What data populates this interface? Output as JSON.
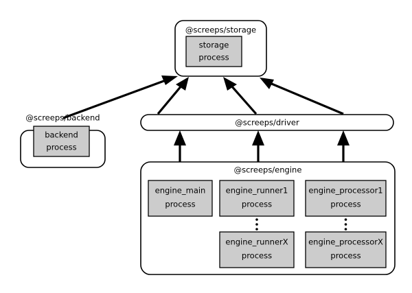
{
  "diagram": {
    "title": "Screeps architecture package/process diagram",
    "type": "architecture-flow",
    "background_color": "#ffffff",
    "package_fill": "#ffffff",
    "process_fill": "#cccccc",
    "stroke_color": "#000000"
  },
  "packages": {
    "storage": {
      "label": "@screeps/storage",
      "processes": [
        {
          "line1": "storage",
          "line2": "process"
        }
      ]
    },
    "backend": {
      "label": "@screeps/backend",
      "processes": [
        {
          "line1": "backend",
          "line2": "process"
        }
      ]
    },
    "driver": {
      "label": "@screeps/driver",
      "processes": []
    },
    "engine": {
      "label": "@screeps/engine",
      "processes": [
        {
          "line1": "engine_main",
          "line2": "process"
        },
        {
          "line1": "engine_runner1",
          "line2": "process"
        },
        {
          "line1": "engine_processor1",
          "line2": "process"
        },
        {
          "line1": "engine_runnerX",
          "line2": "process"
        },
        {
          "line1": "engine_processorX",
          "line2": "process"
        }
      ],
      "continuation_marker": "vertical-ellipsis"
    }
  },
  "connections": [
    {
      "from": "backend",
      "to": "storage",
      "style": "solid-arrow"
    },
    {
      "from": "driver",
      "to": "storage",
      "style": "solid-arrow"
    },
    {
      "from": "driver",
      "to": "storage",
      "style": "solid-arrow"
    },
    {
      "from": "driver",
      "to": "storage",
      "style": "solid-arrow"
    },
    {
      "from": "engine",
      "to": "driver",
      "style": "solid-arrow"
    },
    {
      "from": "engine",
      "to": "driver",
      "style": "solid-arrow"
    },
    {
      "from": "engine",
      "to": "driver",
      "style": "solid-arrow"
    }
  ]
}
